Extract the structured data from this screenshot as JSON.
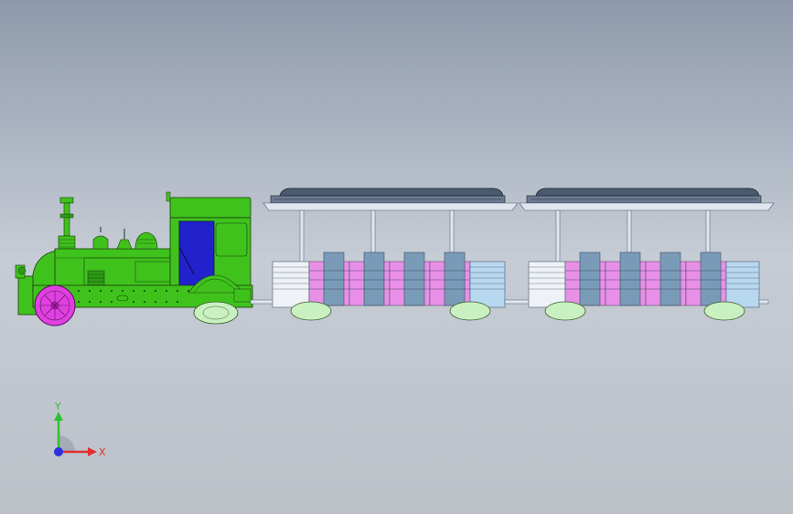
{
  "viewport": {
    "background_top": "#8e9aac",
    "background_bottom": "#bcc1c8"
  },
  "model": {
    "locomotive": {
      "body_color": "#3fc21c",
      "cab_window_color": "#2222cc",
      "drive_wheel_color": "#e040e0",
      "trailing_wheel_color": "#c8f0c0",
      "outline_color": "#1a3a10"
    },
    "carriages": {
      "count": 2,
      "roof_color": "#4a5a70",
      "seat_colors": [
        "#e890e8",
        "#7a9bb8",
        "#e890e8",
        "#7a9bb8"
      ],
      "end_panel_color": "#b8d8f0",
      "wheel_color": "#c8f0c0"
    }
  },
  "triad": {
    "x_label": "X",
    "y_label": "Y",
    "x_color": "#e03030",
    "y_color": "#30c030",
    "z_color": "#3030e0"
  }
}
